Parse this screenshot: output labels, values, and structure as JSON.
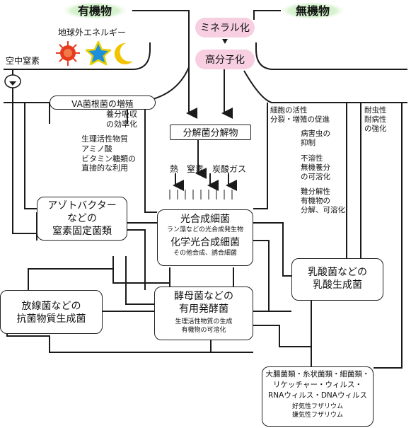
{
  "title_left": "有機物",
  "title_right": "無機物",
  "energy_label": "地球外エネルギー",
  "energy_icons": [
    "sun-icon",
    "star-icon",
    "moon-icon"
  ],
  "mineral_label": "ミネラル化",
  "polymer_label": "高分子化",
  "air_nitrogen_label": "空中窒素",
  "va_label": "VA菌根菌の増殖",
  "nutrient_absorption": [
    "養分吸収",
    "の効率化"
  ],
  "bioactive_list": [
    "生理活性物質",
    "アミノ酸",
    "ビタミン糖類の",
    "直接的な利用"
  ],
  "decomposer_label": "分解菌分解物",
  "gases_label": "熱　窒素　炭酸ガス",
  "cell_activity": [
    "細胞の活性",
    "分裂・増殖の促進"
  ],
  "pest_control": [
    "病害虫の",
    "抑制"
  ],
  "insoluble": [
    "不溶性",
    "無機養分",
    "の可溶化"
  ],
  "hard_decompose": [
    "難分解性",
    "有機物の",
    "分解、可溶化"
  ],
  "resistance": [
    "耐虫性",
    "耐病性",
    "の強化"
  ],
  "boxes": {
    "azotobacter": [
      "アゾトバクター",
      "などの",
      "窒素固定菌類"
    ],
    "photosynthetic": {
      "title": "光合成細菌",
      "sub": "ラン藻などの光合成発生物",
      "title2": "化学光合成細菌",
      "sub2": "その他合成、誘合細菌"
    },
    "lactic": [
      "乳酸菌などの",
      "乳酸生成菌"
    ],
    "actinomycete": [
      "放線菌などの",
      "抗菌物質生成菌"
    ],
    "yeast": {
      "l1": "酵母菌などの",
      "l2": "有用発酵菌",
      "s1": "生理活性物質の生成",
      "s2": "有機物の可溶化"
    },
    "pathogens": [
      "大腸菌類・糸状菌類・細菌類・",
      "リケッチャー・ウィルス・",
      "RNAウィルス・DNAウィルス"
    ],
    "fusarium": [
      "好気性フザリウム",
      "嫌気性フザリウム"
    ]
  },
  "colors": {
    "organic_glow": "#c8ecc0",
    "pink": "#f7cfe0",
    "line": "#1a1a1a",
    "sun": "#e63b1f",
    "star": "#1f8fdc",
    "moon": "#f2c400"
  }
}
